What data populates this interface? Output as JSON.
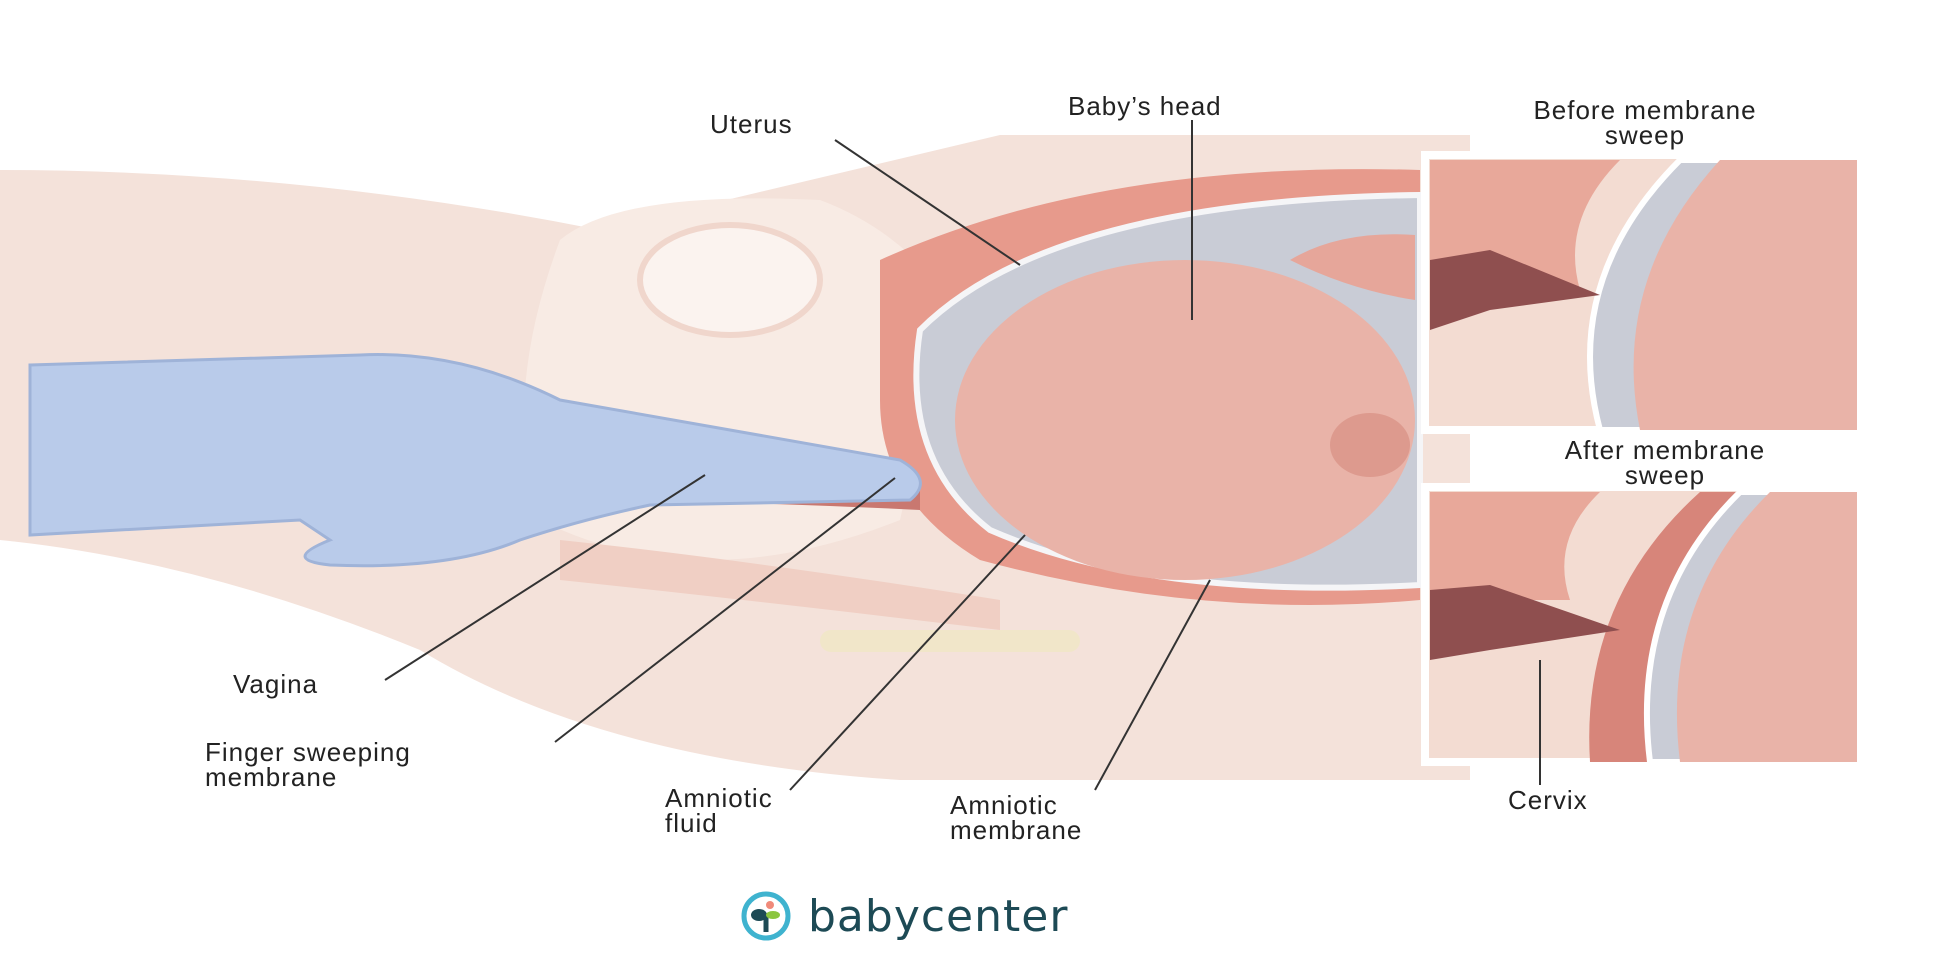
{
  "labels": {
    "uterus": "Uterus",
    "babys_head": "Baby’s head",
    "before_line1": "Before membrane",
    "before_line2": "sweep",
    "after_line1": "After membrane",
    "after_line2": "sweep",
    "vagina": "Vagina",
    "finger_line1": "Finger sweeping",
    "finger_line2": "membrane",
    "fluid_line1": "Amniotic",
    "fluid_line2": "fluid",
    "membrane_line1": "Amniotic",
    "membrane_line2": "membrane",
    "cervix": "Cervix"
  },
  "logo": {
    "text": "babycenter"
  },
  "colors": {
    "skin": "#f3dcd2",
    "tissue": "#e8a89a",
    "uterus_wall": "#e79a8c",
    "membrane": "#c9ccd6",
    "glove": "#b9cbea",
    "head": "#e9b3a8",
    "logo": "#1d4a55",
    "logo_ring": "#3fb3cf"
  }
}
